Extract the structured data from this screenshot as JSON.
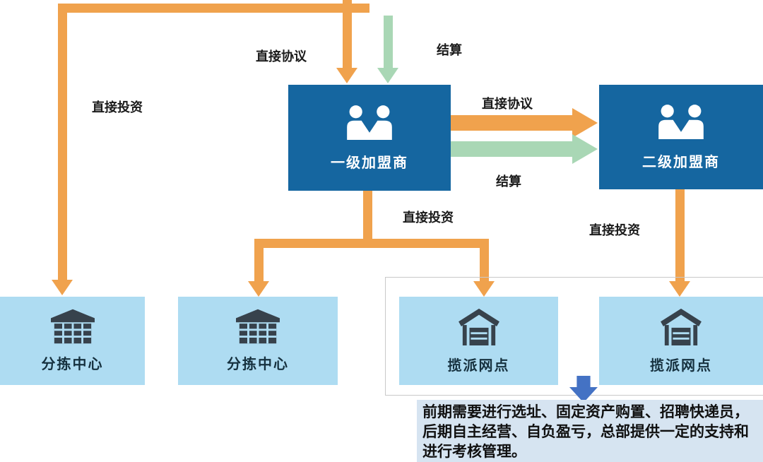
{
  "colors": {
    "orange_arrow": "#F0A24D",
    "green_arrow": "#A9D7B5",
    "franchisee_box": "#1566A0",
    "facility_box": "#AEDCF2",
    "icon_dark": "#37424C",
    "note_bg": "#D6E4F1",
    "note_arrow": "#4472C4"
  },
  "edges": {
    "direct_invest_left": "直接投资",
    "direct_agreement_down": "直接协议",
    "settlement_down": "结算",
    "direct_agreement_right": "直接协议",
    "settlement_right": "结算",
    "direct_invest_level1": "直接投资",
    "direct_invest_level2": "直接投资"
  },
  "nodes": {
    "level1_franchisee": "一级加盟商",
    "level2_franchisee": "二级加盟商",
    "sorting_center_1": "分拣中心",
    "sorting_center_2": "分拣中心",
    "outlet_1": "揽派网点",
    "outlet_2": "揽派网点"
  },
  "note": {
    "text": "前期需要进行选址、固定资产购置、招聘快递员，后期自主经营、自负盈亏，总部提供一定的支持和进行考核管理。"
  }
}
